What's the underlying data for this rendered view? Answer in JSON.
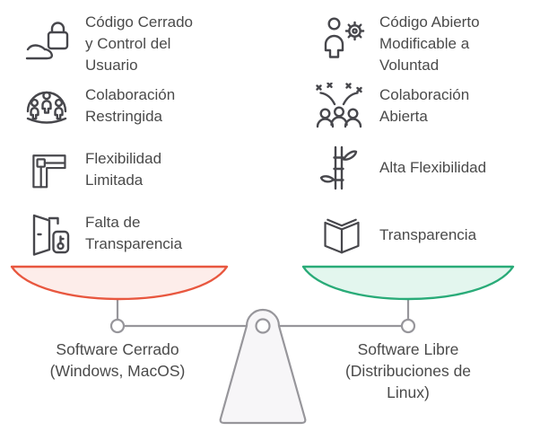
{
  "diagram": {
    "left_column": {
      "items": [
        {
          "icon": "lock-on-hand-icon",
          "lines": [
            "Código Cerrado",
            "y Control del",
            "Usuario"
          ]
        },
        {
          "icon": "people-under-dome-icon",
          "lines": [
            "Colaboración",
            "Restringida"
          ]
        },
        {
          "icon": "rigid-elbow-icon",
          "lines": [
            "Flexibilidad",
            "Limitada"
          ]
        },
        {
          "icon": "locked-door-icon",
          "lines": [
            "Falta de",
            "Transparencia"
          ]
        }
      ]
    },
    "right_column": {
      "items": [
        {
          "icon": "person-gear-icon",
          "lines": [
            "Código Abierto",
            "Modificable a",
            "Voluntad"
          ]
        },
        {
          "icon": "people-celebration-icon",
          "lines": [
            "Colaboración",
            "Abierta"
          ]
        },
        {
          "icon": "bamboo-icon",
          "lines": [
            "Alta Flexibilidad"
          ]
        },
        {
          "icon": "open-book-icon",
          "lines": [
            "Transparencia"
          ]
        }
      ]
    },
    "scale": {
      "left_pan": {
        "stroke": "#e8573f",
        "fill": "#fdedea",
        "label_lines": [
          "Software Cerrado",
          "(Windows, MacOS)"
        ]
      },
      "right_pan": {
        "stroke": "#29ab78",
        "fill": "#e3f6ee",
        "label_lines": [
          "Software Libre",
          "(Distribuciones de",
          "Linux)"
        ]
      },
      "frame_color": "#97969b",
      "base_fill": "#f7f6f8",
      "joint_fill": "#ffffff"
    },
    "colors": {
      "background": "#ffffff",
      "text": "#4a4a4a",
      "icon_stroke": "#47474c"
    }
  }
}
